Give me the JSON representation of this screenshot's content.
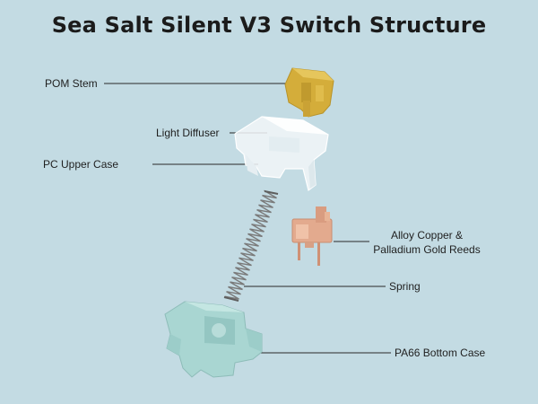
{
  "title": "Sea Salt Silent V3 Switch Structure",
  "labels": {
    "pom_stem": "POM Stem",
    "light_diffuser": "Light Diffuser",
    "pc_upper_case": "PC Upper Case",
    "reeds_line1": "Alloy Copper &",
    "reeds_line2": "Palladium Gold Reeds",
    "spring": "Spring",
    "bottom_case": "PA66 Bottom Case"
  },
  "colors": {
    "background": "#c3dbe3",
    "stem": "#d4ad3a",
    "upper_case": "#f2f6f8",
    "reeds": "#e3aa8e",
    "spring": "#7a7a7a",
    "bottom_case": "#a9d6d2",
    "leader_line": "#2a2a2a"
  }
}
